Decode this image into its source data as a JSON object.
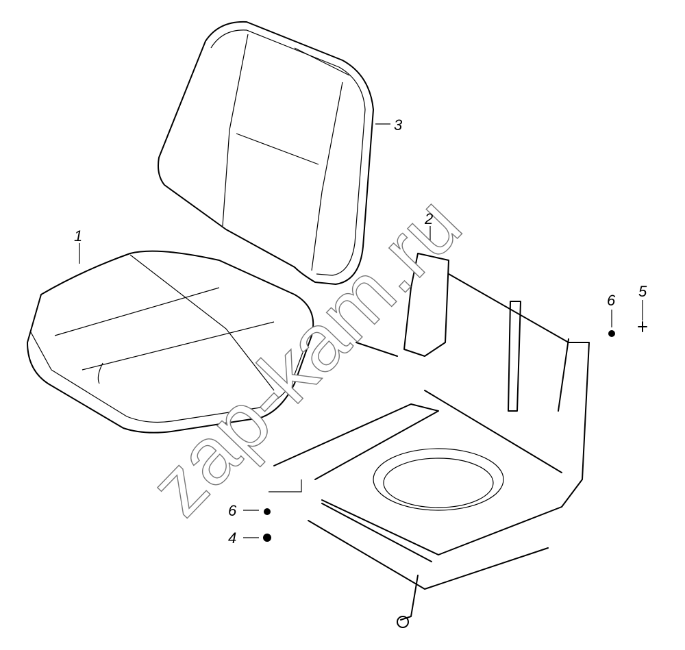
{
  "diagram": {
    "watermark": "zap-kam.ru",
    "callouts": [
      {
        "id": "1",
        "part": "seat-cushion"
      },
      {
        "id": "2",
        "part": "seat-frame"
      },
      {
        "id": "3",
        "part": "seat-backrest"
      },
      {
        "id": "4",
        "part": "nut"
      },
      {
        "id": "5",
        "part": "bolt"
      },
      {
        "id": "6",
        "part": "washer"
      }
    ],
    "extra_labels": [
      "6"
    ]
  }
}
